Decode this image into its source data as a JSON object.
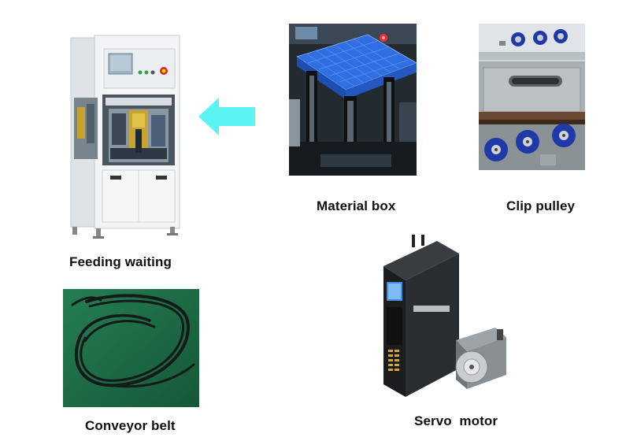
{
  "captions": {
    "feeding_waiting": "Feeding waiting",
    "material_box": "Material box",
    "clip_pulley": "Clip pulley",
    "conveyor_belt": "Conveyor belt",
    "servo_motor": "Servo  motor"
  },
  "colors": {
    "arrow": "#5cf3f3",
    "machine_body": "#f1f3f5",
    "tray_blue": "#2f6fe0",
    "belt_green": "#1e6b47",
    "pulley_blue": "#1f3aa8"
  },
  "icons": {
    "direction_arrow": "arrow-left-icon"
  }
}
